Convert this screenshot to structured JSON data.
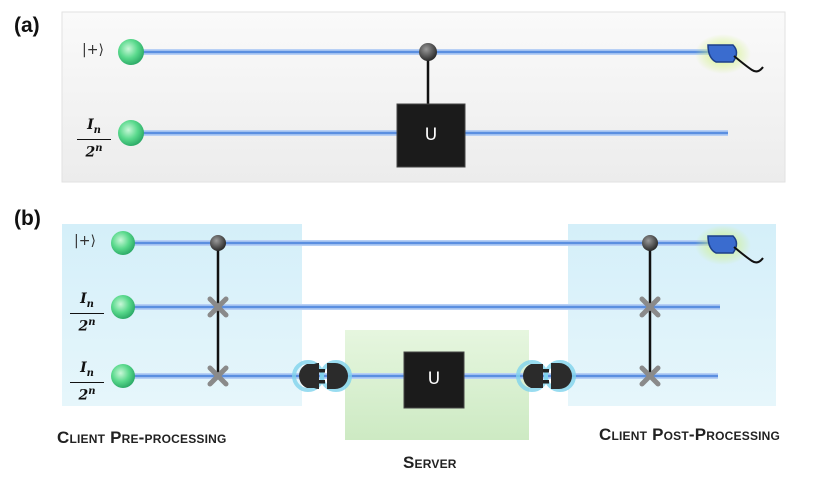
{
  "panel_a": {
    "label": "(a)",
    "input_ket": "|+⟩",
    "input_state": {
      "numerator": "I",
      "numerator_sub": "n",
      "denominator": "2",
      "denominator_sup": "n"
    },
    "gate_label": "U"
  },
  "panel_b": {
    "label": "(b)",
    "input_ket": "|+⟩",
    "input_state": {
      "numerator": "I",
      "numerator_sub": "n",
      "denominator": "2",
      "denominator_sup": "n"
    },
    "gate_label": "U",
    "client_pre_caption": "Client Pre-processing",
    "server_caption": "Server",
    "client_post_caption": "Client Post-Processing"
  },
  "colors": {
    "wire_blue": "#5b8fe0",
    "qubit_green": "#59d98c",
    "client_zone": "#d7f0f8",
    "server_zone": "#d6efcf",
    "gate_fill": "#1b1b1b",
    "meter_blue": "#3a6ccf",
    "meter_glow": "#c8ef6a"
  },
  "icons": [
    "qubit-node",
    "control-dot",
    "swap-cross",
    "measurement-meter",
    "plug-connector"
  ]
}
